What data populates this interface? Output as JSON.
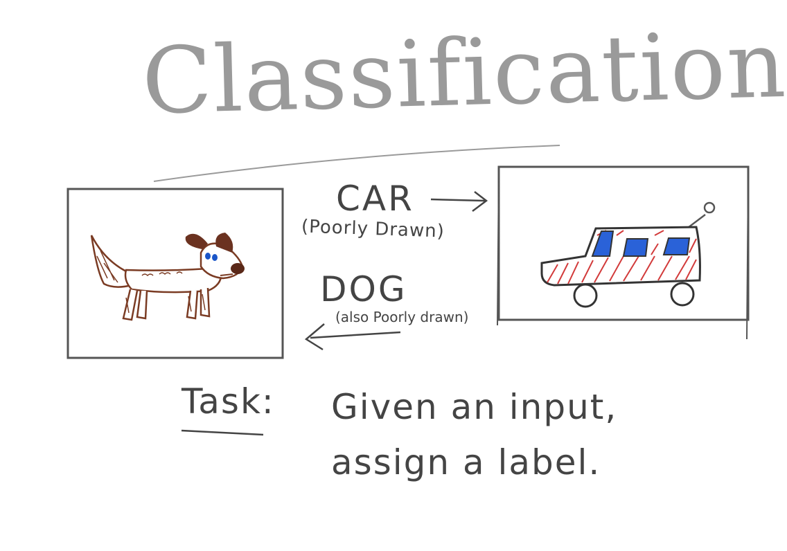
{
  "title": "Classification",
  "labels": {
    "car": "CAR",
    "car_note": "(Poorly Drawn)",
    "dog": "DOG",
    "dog_note": "(also Poorly drawn)"
  },
  "task": {
    "heading": "Task:",
    "line1": "Given an input,",
    "line2": "assign a label."
  },
  "colors": {
    "ink": "#444444",
    "dog_body": "#7a3b23",
    "dog_ears": "#6b3220",
    "dog_eyes": "#1a55c8",
    "car_paint": "#d23a3a",
    "car_windows": "#2a62d8",
    "frame": "#555555"
  }
}
